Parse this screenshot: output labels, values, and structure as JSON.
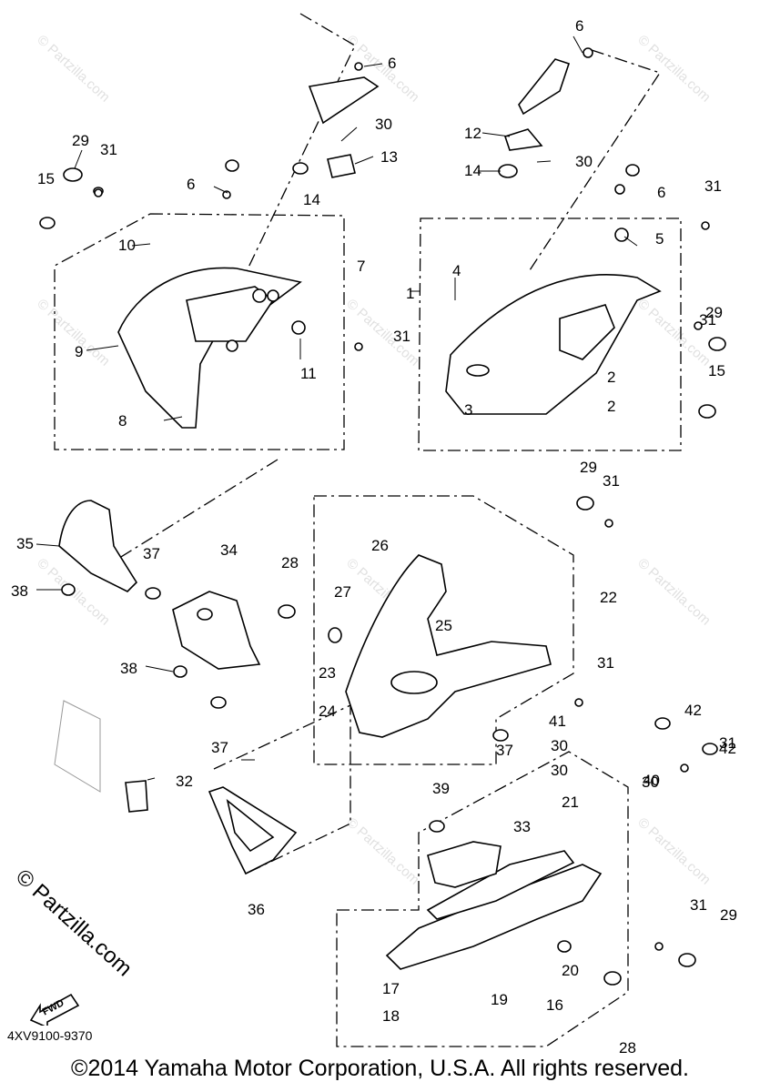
{
  "diagram": {
    "watermark_text": "© Partzilla.com",
    "brand_label": "© Partzilla.com",
    "diagram_code": "4XV9100-9370",
    "fwd_label": "FWD",
    "copyright": "©2014 Yamaha Motor Corporation, U.S.A. All rights reserved.",
    "callouts": [
      "1",
      "2",
      "2",
      "3",
      "4",
      "5",
      "6",
      "6",
      "6",
      "6",
      "7",
      "8",
      "9",
      "10",
      "11",
      "12",
      "13",
      "14",
      "14",
      "15",
      "15",
      "16",
      "17",
      "18",
      "19",
      "20",
      "21",
      "22",
      "23",
      "24",
      "25",
      "26",
      "27",
      "28",
      "28",
      "29",
      "29",
      "29",
      "29",
      "30",
      "30",
      "30",
      "30",
      "30",
      "31",
      "31",
      "31",
      "31",
      "31",
      "31",
      "31",
      "31",
      "32",
      "33",
      "34",
      "35",
      "36",
      "37",
      "37",
      "37",
      "38",
      "38",
      "39",
      "40",
      "41",
      "42",
      "42"
    ]
  }
}
